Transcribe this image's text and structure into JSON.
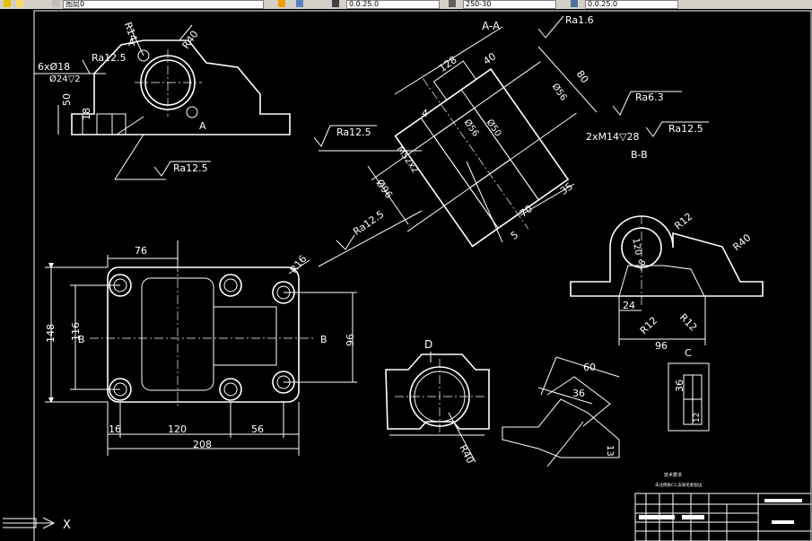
{
  "toolbar": {
    "layer_label": "图层0",
    "field_a": "0.0.25.0",
    "field_b": "250-30",
    "field_c": "0.0.25.0"
  },
  "section_labels": {
    "aa": "A-A",
    "bb": "B-B",
    "c": "C",
    "d": "D"
  },
  "roughness": {
    "r1_6": "Ra1.6",
    "r6_3": "Ra6.3",
    "r12_5": "Ra12.5"
  },
  "dims": {
    "top_left": {
      "r14": "R14",
      "r40": "R40",
      "holes": "6xØ18",
      "cbore": "Ø24▽2",
      "h50": "50",
      "h18": "18",
      "mark_a": "A"
    },
    "aa_view": {
      "d128": "128",
      "d40": "40",
      "d80": "80",
      "d56": "Ø56",
      "d4": "4",
      "d50": "Ø50",
      "d66": "Ø56",
      "m52": "M52x2",
      "d96": "Ø96",
      "d35": "35",
      "d70": "70",
      "d5": "5",
      "thread": "2xM14▽28"
    },
    "plan_view": {
      "d76": "76",
      "r16": "R16",
      "d148": "148",
      "d116": "116",
      "d96": "96",
      "d16": "16",
      "d120": "120",
      "d56": "56",
      "d208": "208",
      "mark_b": "B"
    },
    "bb_view": {
      "r12": "R12",
      "r40": "R40",
      "d120": "120",
      "d18": "18",
      "d24": "24",
      "r12b": "R12",
      "r12c": "R12",
      "d96": "96"
    },
    "d_view": {
      "r40": "R40"
    },
    "aux_view": {
      "d60": "60",
      "d36": "36",
      "d13": "13"
    },
    "c_view": {
      "d36": "36",
      "d12": "12"
    }
  },
  "title_block": {
    "note_title": "技术要求",
    "note_line": "未注倒角C1,去除毛刺锐边"
  },
  "ucs": {
    "x_label": "X"
  }
}
